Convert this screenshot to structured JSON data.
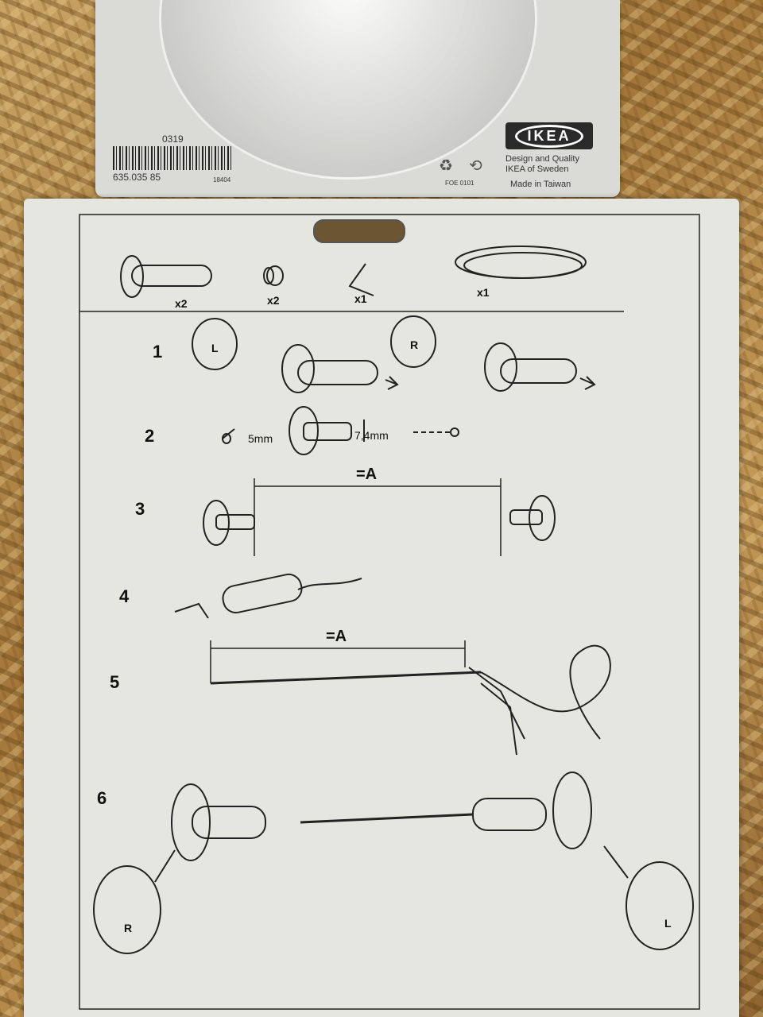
{
  "package": {
    "code_top": "0319",
    "article_number": "635.035 85",
    "small_code": "18404",
    "foe_code": "FOE 0101",
    "brand": "IKEA",
    "tagline_1": "Design and Quality",
    "tagline_2": "IKEA of Sweden",
    "origin": "Made in Taiwan"
  },
  "parts": [
    {
      "qty": "x2"
    },
    {
      "qty": "x2"
    },
    {
      "qty": "x1"
    },
    {
      "qty": "x1"
    }
  ],
  "steps": [
    {
      "num": "1",
      "labels": [
        "L",
        "R"
      ]
    },
    {
      "num": "2",
      "dims": [
        "5mm",
        "7,4mm"
      ]
    },
    {
      "num": "3",
      "eq": "=A"
    },
    {
      "num": "4"
    },
    {
      "num": "5",
      "eq": "=A"
    },
    {
      "num": "6",
      "labels": [
        "R",
        "L"
      ]
    }
  ]
}
